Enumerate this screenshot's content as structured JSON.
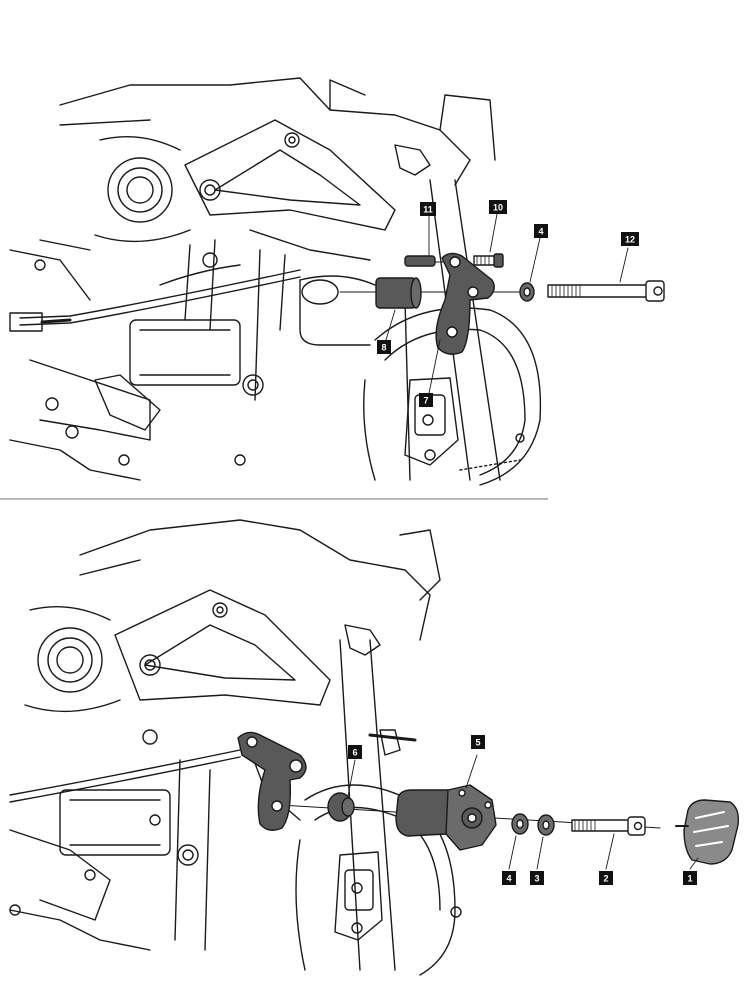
{
  "colors": {
    "line_art": "#1a1a1a",
    "highlighted_part": "#595959",
    "callout_badge": "#111111",
    "divider": "#b9b9b9"
  },
  "top_panel": {
    "callouts": [
      {
        "id": "11",
        "label": "11"
      },
      {
        "id": "10",
        "label": "10"
      },
      {
        "id": "4",
        "label": "4"
      },
      {
        "id": "12",
        "label": "12"
      },
      {
        "id": "8",
        "label": "8"
      },
      {
        "id": "7",
        "label": "7"
      }
    ]
  },
  "bottom_panel": {
    "callouts": [
      {
        "id": "6",
        "label": "6"
      },
      {
        "id": "5",
        "label": "5"
      },
      {
        "id": "4",
        "label": "4"
      },
      {
        "id": "3",
        "label": "3"
      },
      {
        "id": "2",
        "label": "2"
      },
      {
        "id": "1",
        "label": "1"
      }
    ]
  }
}
